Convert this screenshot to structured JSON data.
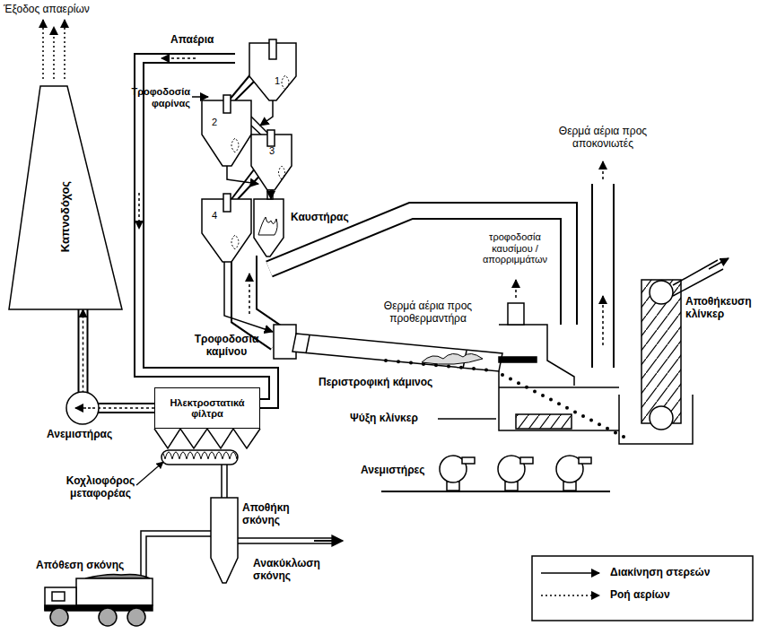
{
  "diagram": {
    "nodes": [
      {
        "text": [
          "Καπνοδόχος"
        ]
      },
      {
        "text": [
          "Ηλεκτροστατικά φίλτρα"
        ]
      }
    ],
    "edges": [
      {
        "from": 1,
        "to": 0,
        "arrow": "to"
      }
    ],
    "labels": [
      "Έξοδος απαερίων",
      "Απαέρια",
      "Τροφοδοσία φαρίνας",
      "1",
      "2",
      "3",
      "4",
      "Καυστήρας",
      "Θερμά αέρια προς αποκονιωτές",
      "τροφοδοσία καυσίμου / απορριμμάτων",
      "Θερμά αέρια προς προθερμαντήρα",
      "Αποθήκευση κλίνκερ",
      "Τροφοδοσία καμίνου",
      "Περιστροφική κάμινος",
      "Ψύξη κλίνκερ",
      "Ανεμιστήρες",
      "Ανεμιστήρας",
      "Κοχλιοφόρος μεταφορέας",
      "Αποθήκη σκόνης",
      "Απόθεση σκόνης",
      "Ανακύκλωση σκόνης"
    ],
    "legend": [
      {
        "text": "Διακίνηση στερεών"
      },
      {
        "text": "Ροή αερίων"
      }
    ]
  }
}
